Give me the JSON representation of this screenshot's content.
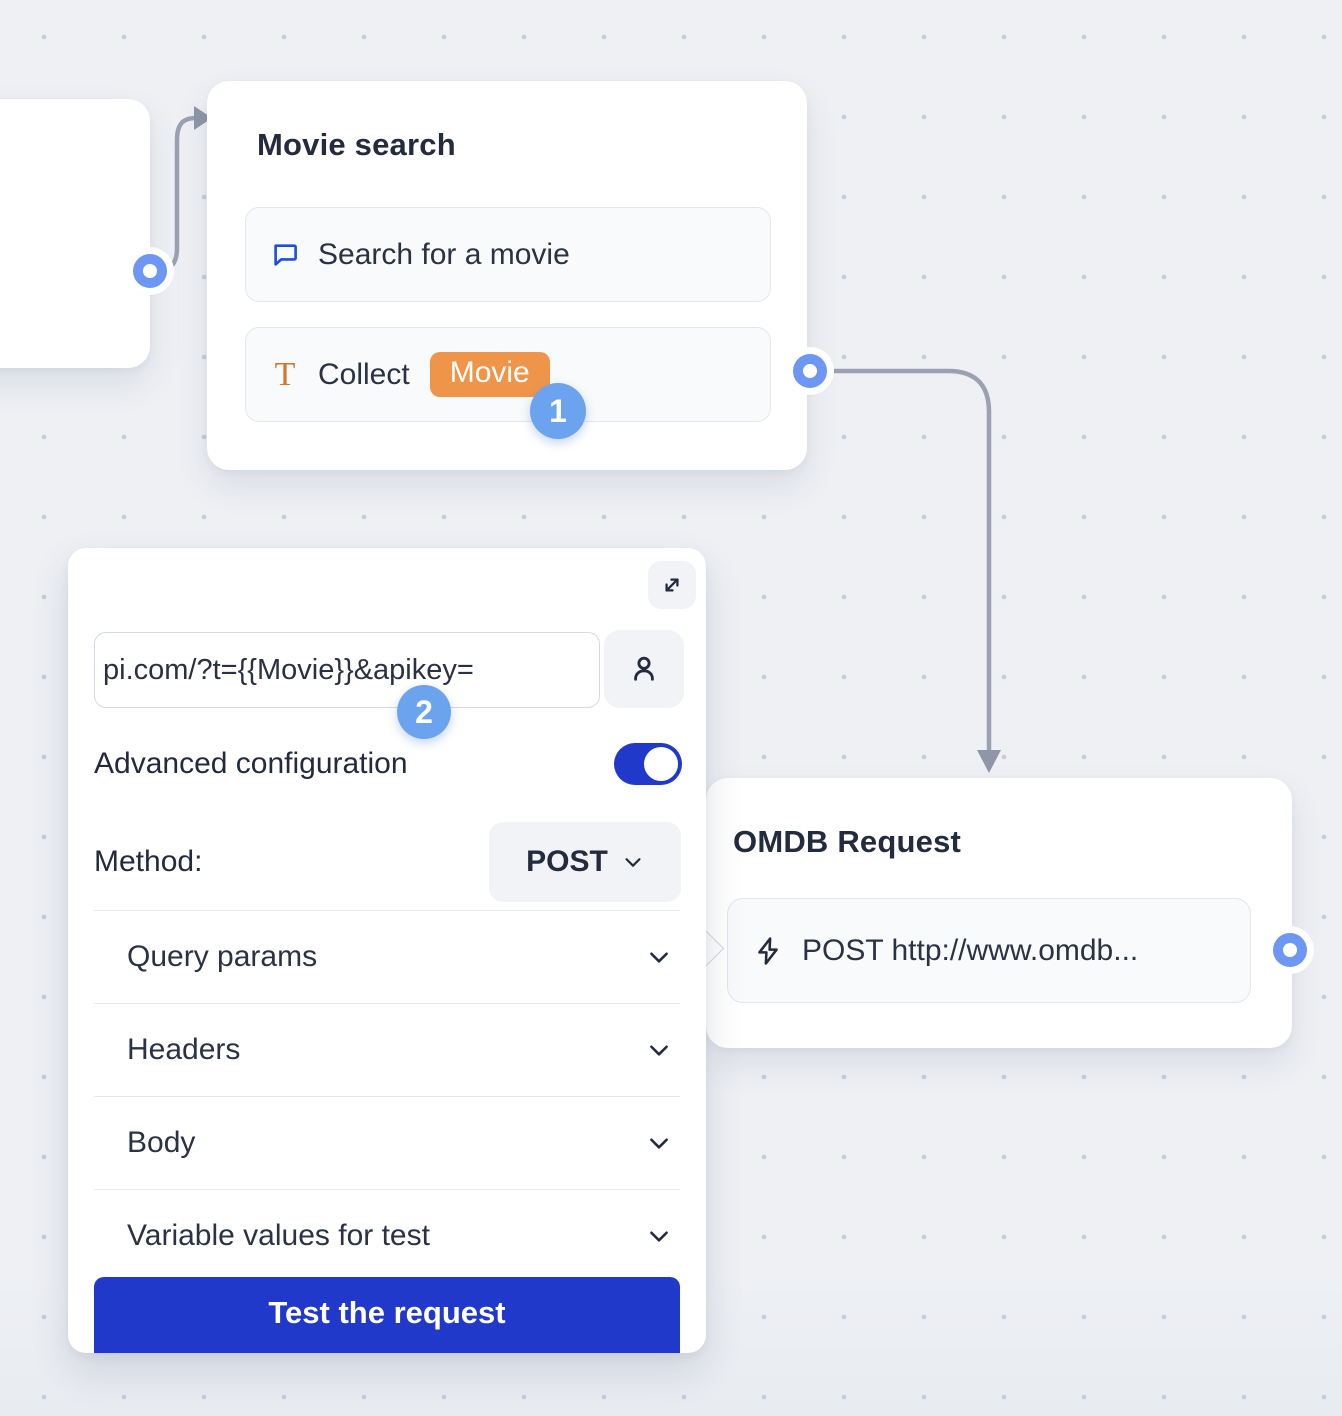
{
  "badges": {
    "step1": "1",
    "step2": "2"
  },
  "movie_search": {
    "title": "Movie search",
    "items": [
      {
        "icon": "chat-bubble-icon",
        "label": "Search for a movie"
      },
      {
        "icon": "text-input-icon",
        "icon_glyph": "T",
        "label": "Collect",
        "variable_badge": "Movie"
      }
    ]
  },
  "request_editor": {
    "url_value": "pi.com/?t={{Movie}}&apikey=",
    "advanced_configuration_label": "Advanced configuration",
    "advanced_configuration_on": true,
    "method_label": "Method:",
    "method_value": "POST",
    "sections": [
      {
        "label": "Query params"
      },
      {
        "label": "Headers"
      },
      {
        "label": "Body"
      },
      {
        "label": "Variable values for test"
      }
    ],
    "test_button_label": "Test the request"
  },
  "omdb_request": {
    "title": "OMDB Request",
    "item": {
      "icon": "lightning-icon",
      "label": "POST http://www.omdb..."
    }
  },
  "colors": {
    "canvas_bg": "#eef0f4",
    "accent_blue": "#2139ca",
    "badge_blue": "#6ba3ee",
    "variable_orange": "#ef9549",
    "icon_blue": "#1d4ed8",
    "icon_orange": "#d1762b",
    "connector_gray": "#98a0b0",
    "port_blue": "#6e96f3"
  }
}
